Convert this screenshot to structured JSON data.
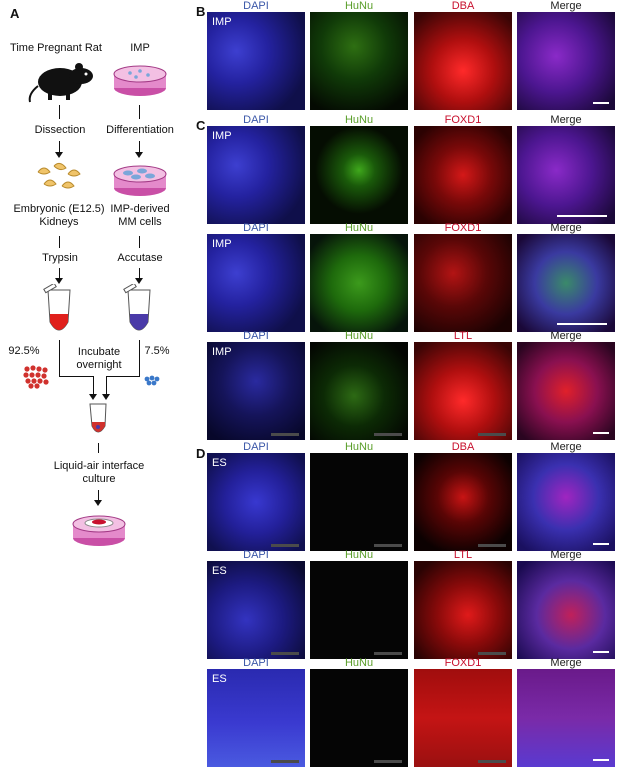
{
  "panel_a": {
    "letter": "A",
    "col1_title": "Time Pregnant Rat",
    "col2_title": "IMP",
    "col1_step1": "Dissection",
    "col2_step1": "Differentiation",
    "col1_product_line1": "Embryonic (E12.5)",
    "col1_product_line2": "Kidneys",
    "col2_product_line1": "IMP-derived",
    "col2_product_line2": "MM cells",
    "col1_enzyme": "Trypsin",
    "col2_enzyme": "Accutase",
    "col1_percent": "92.5%",
    "col2_percent": "7.5%",
    "incubate_line1": "Incubate",
    "incubate_line2": "overnight",
    "culture_line1": "Liquid-air interface",
    "culture_line2": "culture",
    "colors": {
      "rat_cells": "#d0312d",
      "imp_cells": "#3a78c9",
      "dish": "#e48acb",
      "tube_red": "#e0201c",
      "tube_blue": "#4a3aa8"
    }
  },
  "panel_b": {
    "letter": "B",
    "headers": [
      "DAPI",
      "HuNu",
      "DBA",
      "Merge"
    ],
    "row_label": "IMP"
  },
  "panel_c": {
    "letter": "C",
    "rows": [
      {
        "headers": [
          "DAPI",
          "HuNu",
          "FOXD1",
          "Merge"
        ],
        "label": "IMP"
      },
      {
        "headers": [
          "DAPI",
          "HuNu",
          "FOXD1",
          "Merge"
        ],
        "label": "IMP"
      },
      {
        "headers": [
          "DAPI",
          "HuNu",
          "LTL",
          "Merge"
        ],
        "label": "IMP"
      }
    ]
  },
  "panel_d": {
    "letter": "D",
    "rows": [
      {
        "headers": [
          "DAPI",
          "HuNu",
          "DBA",
          "Merge"
        ],
        "label": "ES"
      },
      {
        "headers": [
          "DAPI",
          "HuNu",
          "LTL",
          "Merge"
        ],
        "label": "ES"
      },
      {
        "headers": [
          "DAPI",
          "HuNu",
          "FOXD1",
          "Merge"
        ],
        "label": "ES"
      }
    ]
  }
}
